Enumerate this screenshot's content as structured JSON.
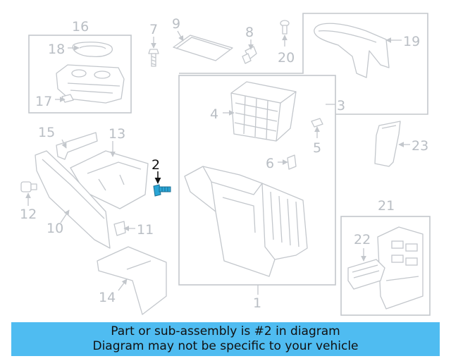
{
  "diagram": {
    "labels": {
      "p1": "1",
      "p2": "2",
      "p3": "3",
      "p4": "4",
      "p5": "5",
      "p6": "6",
      "p7": "7",
      "p8": "8",
      "p9": "9",
      "p10": "10",
      "p11": "11",
      "p12": "12",
      "p13": "13",
      "p14": "14",
      "p15": "15",
      "p16": "16",
      "p17": "17",
      "p18": "18",
      "p19": "19",
      "p20": "20",
      "p21": "21",
      "p22": "22",
      "p23": "23"
    },
    "highlighted_part": "2",
    "colors": {
      "highlight_part": "#2aa6d6",
      "parts": "#c3c7cc",
      "labels": "#b9bec4"
    }
  },
  "banner": {
    "line1": "Part or sub-assembly is #2 in diagram",
    "line2": "Diagram may not be specific to your vehicle",
    "background": "#4fbcf1"
  }
}
